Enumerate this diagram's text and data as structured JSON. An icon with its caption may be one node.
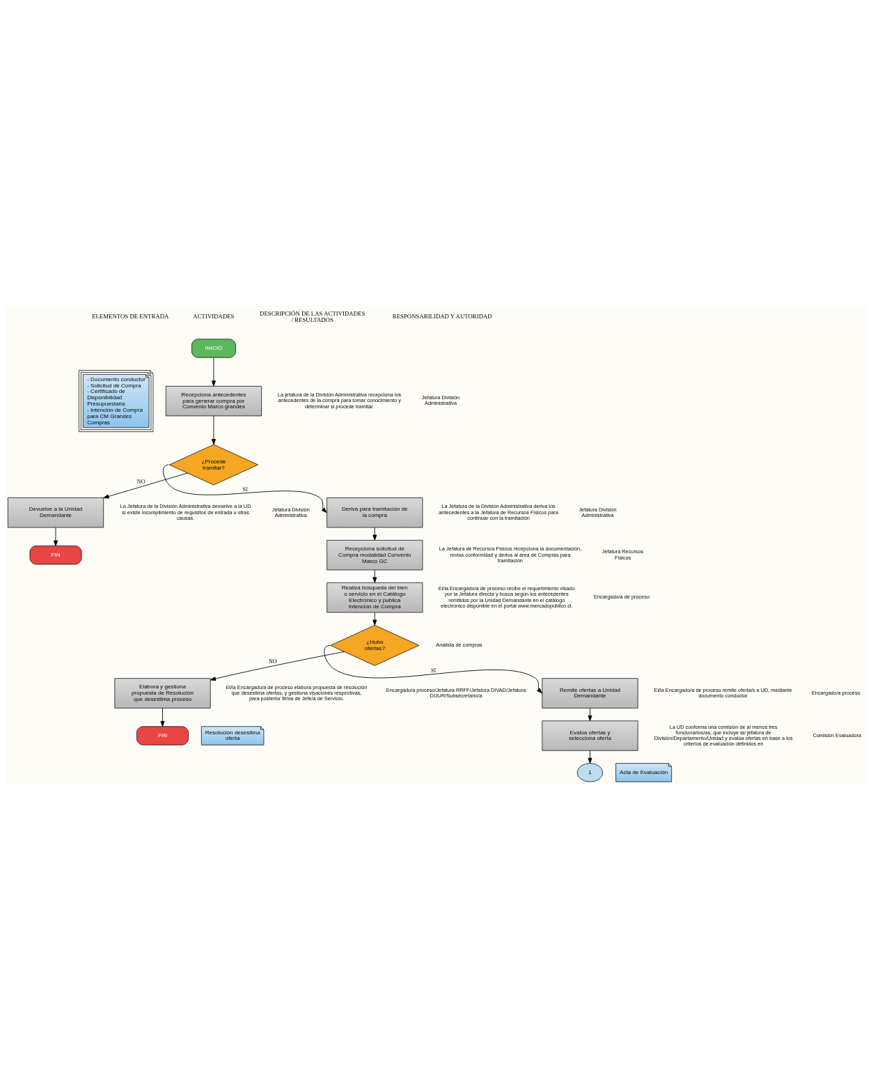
{
  "diagram": {
    "nodes": [
      {
        "text": [
          "INICIO"
        ]
      },
      {
        "text": [
          "Recepciona antecedentes para generar compra por Convenio Marco grandes"
        ],
        "beside": [
          "La jefatura de la División Administrativa recepciona los antecedentes de la compra para tomar conocimiento y determinar si procede tramitar.",
          "Jefatura División Administrativa"
        ]
      },
      {
        "text": [
          "¿Procede tramitar?"
        ]
      },
      {
        "text": [
          "Devuelve a la Unidad Demandante"
        ],
        "beside": [
          "La Jefatura de la División Administrativa devuelve a la UD si existe incumplimiento de requisitos de entrada u otras causas.",
          "Jefatura División Administrativa"
        ]
      },
      {
        "text": [
          "FIN"
        ]
      },
      {
        "text": [
          "Deriva para tramitación de la compra"
        ],
        "beside": [
          "La Jefatura de la División Administrativa deriva los antecedentes a la Jefatura de Recursos Físicos para continuar con la tramitación",
          "Jefatura División Administrativa"
        ]
      },
      {
        "text": [
          "Recepciona solicitud de Compra modalidad Convenio Marco GC"
        ],
        "beside": [
          "La Jefatura de Recursos Físicos recepciona la documentación, revisa conformidad y deriva al área de Compras para tramitación",
          "Jefatura Recursos Físicos"
        ]
      },
      {
        "text": [
          "Realiza búsqueda del bien o servicio en el Catálogo Electrónico y publica Intención de Compra"
        ],
        "beside": [
          "El/la Encargado/a de proceso recibe el requerimiento visado por la Jefatura directa y busca según los antecedentes remitidos por la Unidad Demandante en el catálogo electrónico disponible en el portal www.mercadopúblico.cl.",
          "Encargado/a de proceso"
        ]
      },
      {
        "text": [
          "¿Hubo ofertas?"
        ],
        "beside": [
          "Analista de compras"
        ]
      },
      {
        "text": [
          "Elabora y gestiona propuesta de Resolución que desestima proceso"
        ],
        "beside": [
          "El/la Encargado/a de proceso elabora propuesta de resolución que desestima ofertas, y gestiona visaciones respectivas, para posterior firma de Jefe/a de Servicio.",
          "Encargado/a proceso/Jefatura RRFF/Jefatura DIVAD/Jefatura DIJUR/Subsecretario/a"
        ]
      },
      {
        "text": [
          "FIN"
        ]
      },
      {
        "text": [
          "Remite ofertas a Unidad Demandante"
        ],
        "beside": [
          "El/la Encargado/a de proceso remite oferta/s a UD, mediante documento conductor",
          "Encargado/a proceso"
        ]
      },
      {
        "text": [
          "Evalúa ofertas y selecciona oferta"
        ],
        "beside": [
          "La UD conforma una comisión de al menos tres funcionarios/as, que incluye la/ jefatura de División/Departamento/Unidad y evalúa ofertas en base a los criterios de evaluación definidos en",
          "Comisión Evaluadora"
        ]
      },
      {
        "text": [
          "1"
        ]
      },
      {
        "text": [
          "- Documento conductor",
          "- Solicitud de Compra",
          "- Certificado de Disponibilidad Presupuestaria",
          "- Intención de Compra para CM Grandes Compras"
        ]
      },
      {
        "text": [
          "Resolución desestima oferta"
        ]
      },
      {
        "text": [
          "Acta de Evaluación"
        ]
      }
    ],
    "edges": [
      {
        "from": 0,
        "to": 1,
        "arrow": "to"
      },
      {
        "from": 1,
        "to": 2,
        "arrow": "to"
      },
      {
        "from": 2,
        "to": 3,
        "arrow": "to",
        "label": "NO"
      },
      {
        "from": 2,
        "to": 5,
        "arrow": "to",
        "label": "SI"
      },
      {
        "from": 3,
        "to": 4,
        "arrow": "to"
      },
      {
        "from": 5,
        "to": 6,
        "arrow": "to"
      },
      {
        "from": 6,
        "to": 7,
        "arrow": "to"
      },
      {
        "from": 7,
        "to": 8,
        "arrow": "to"
      },
      {
        "from": 8,
        "to": 9,
        "arrow": "to",
        "label": "NO"
      },
      {
        "from": 8,
        "to": 11,
        "arrow": "to",
        "label": "SI"
      },
      {
        "from": 9,
        "to": 10,
        "arrow": "to"
      },
      {
        "from": 11,
        "to": 12,
        "arrow": "to"
      },
      {
        "from": 12,
        "to": 13,
        "arrow": "to"
      }
    ],
    "labels": [
      "ELEMENTOS DE ENTRADA",
      "ACTIVIDADES",
      "DESCRIPCIÓN DE LAS ACTIVIDADES / RESULTADOS",
      "RESPONSABILIDAD Y AUTORIDAD"
    ]
  }
}
